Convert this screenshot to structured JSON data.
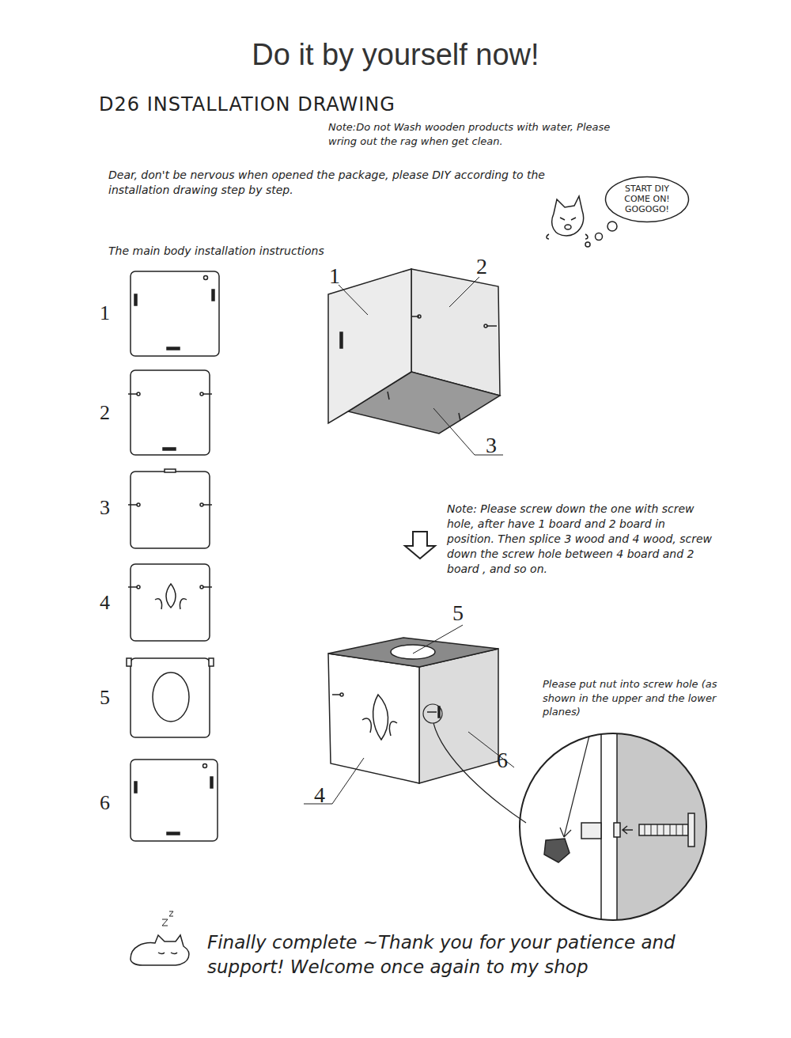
{
  "diagram": {
    "title": "Do it by yourself now!",
    "nodes": [
      {
        "text": [
          "START DIY COME ON! GOGOGO!"
        ]
      }
    ],
    "labels": [
      "D26 INSTALLATION DRAWING",
      "Note:Do not Wash wooden products with water, Please wring out the rag when get clean.",
      "Dear, don't be nervous when opened the package, please DIY according to the installation drawing step by step.",
      "The main body installation instructions",
      "1",
      "2",
      "3",
      "4",
      "5",
      "6",
      "1",
      "2",
      "3",
      "Note: Please screw down the one with screw hole, after have 1 board and 2 board in position. Then splice 3 wood and 4 wood, screw down the screw hole between 4 board and 2 board , and so on.",
      "5",
      "6",
      "4",
      "Please put nut into screw hole (as shown in the upper and the lower planes)",
      "Finally complete ~Thank you for your patience and support! Welcome once again to my shop"
    ]
  }
}
